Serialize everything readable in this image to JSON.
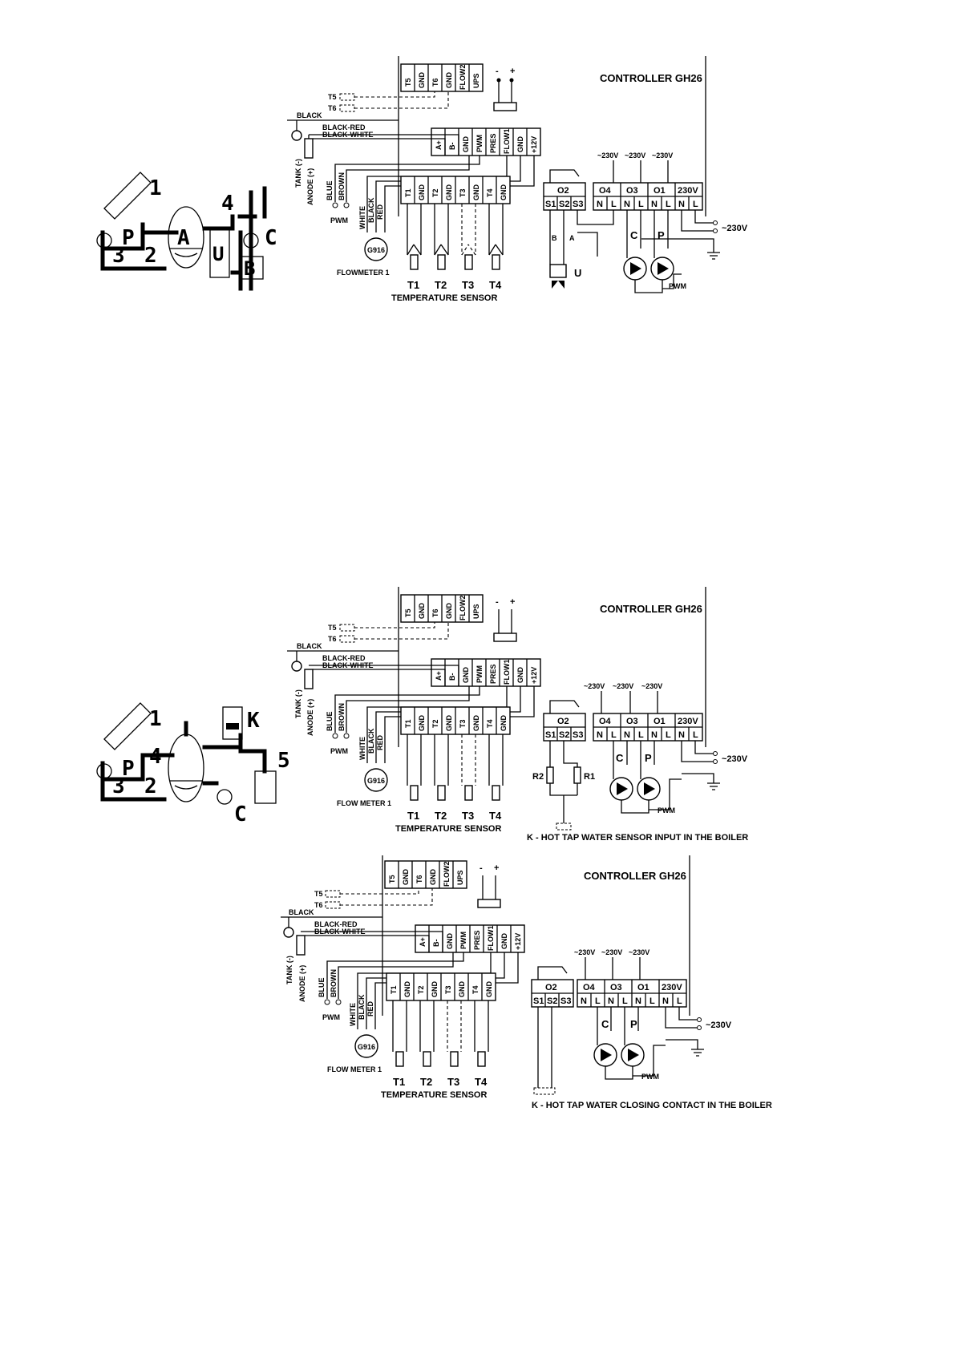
{
  "controller_title": "CONTROLLER GH26",
  "terminals": {
    "top_row": [
      "T5",
      "GND",
      "T6",
      "GND",
      "FLOW2",
      "UPS"
    ],
    "mid_row": [
      "A+",
      "B-",
      "GND",
      "PWM",
      "PRES",
      "FLOW1",
      "GND",
      "+12V"
    ],
    "sensor_row": [
      "T1",
      "GND",
      "T2",
      "GND",
      "T3",
      "GND",
      "T4",
      "GND"
    ],
    "o2_pins": [
      "S1",
      "S2",
      "S3"
    ],
    "output_pins": [
      "N",
      "L",
      "N",
      "L",
      "N",
      "L",
      "N",
      "L"
    ]
  },
  "labels": {
    "o2": "O2",
    "o4": "O4",
    "o3": "O3",
    "o1": "O1",
    "v230": "230V",
    "tilde230": "~230V",
    "minus": "-",
    "plus": "+",
    "t5": "T5",
    "t6": "T6",
    "black": "BLACK",
    "black_red": "BLACK-RED",
    "black_white": "BLACK-WHITE",
    "tank": "TANK (-)",
    "anode": "ANODE (+)",
    "blue": "BLUE",
    "brown": "BROWN",
    "white": "WHITE",
    "red": "RED",
    "pwm": "PWM",
    "g916": "G916",
    "flowmeter_1a": "FLOWMETER 1",
    "flowmeter_1b": "FLOW METER 1",
    "temperature_sensor": "TEMPERATURE SENSOR",
    "t1": "T1",
    "t2": "T2",
    "t3": "T3",
    "t4": "T4",
    "c": "C",
    "p": "P",
    "u": "U",
    "a": "A",
    "b_letter": "B",
    "valve_b": "B",
    "valve_a": "A",
    "r1": "R1",
    "r2": "R2",
    "k": "K",
    "n1": "1",
    "n2": "2",
    "n3": "3",
    "n4": "4",
    "n5": "5"
  },
  "captions": {
    "diagram2": "K - HOT TAP WATER SENSOR INPUT IN THE BOILER",
    "diagram3": "K - HOT TAP WATER CLOSING CONTACT IN THE BOILER"
  }
}
